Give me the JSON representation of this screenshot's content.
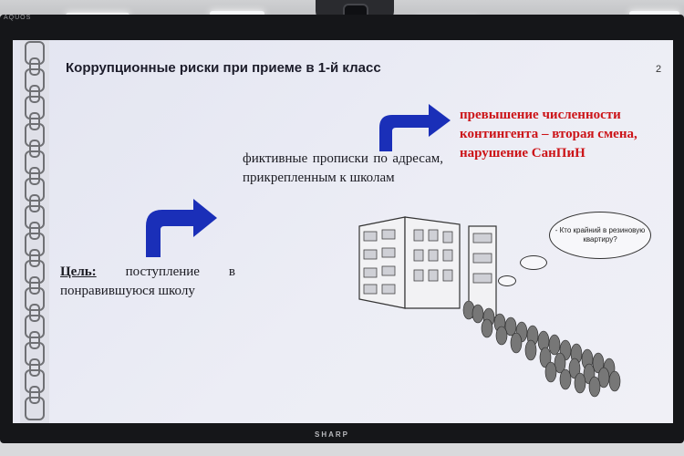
{
  "tv": {
    "brand_left": "AQUOS",
    "brand_bottom": "SHARP"
  },
  "slide": {
    "title": "Коррупционные риски при приеме в 1-й класс",
    "page_number": "2",
    "goal_label": "Цель:",
    "goal_text": " поступление в понравившуюся школу",
    "addresses_text": "фиктивные прописки по адресам, прикрепленным к школам",
    "consequence_text": "превышение численности контингента – вторая смена, нарушение СанПиН",
    "bubble_text": "- Кто крайний в резиновую квартиру?"
  },
  "colors": {
    "arrow": "#1a2fb8",
    "consequence": "#cc1418",
    "slide_bg": "#e6e7f2"
  }
}
